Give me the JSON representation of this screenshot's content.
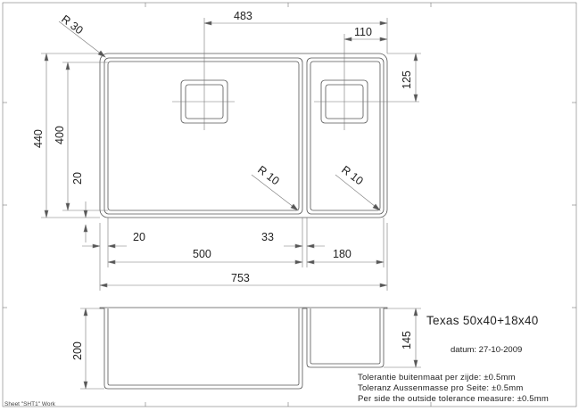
{
  "title": "Texas 50x40+18x40",
  "date_line": "datum: 27-10-2009",
  "tolerances": [
    "Tolerantie buitenmaat per zijde:  ±0.5mm",
    "Toleranz Aussenmasse pro Seite:  ±0.5mm",
    "Per side the outside tolerance measure:  ±0.5mm"
  ],
  "sheet_label": "Sheet \"SHT1\" Work",
  "dimensions": {
    "overall_top": "483",
    "drain_offset": "110",
    "drain_height": "125",
    "outer_height": "440",
    "inner_height": "400",
    "bottom_offset": "20",
    "radius_corner": "R 30",
    "radius_main": "R 10",
    "radius_small": "R 10",
    "left_margin": "20",
    "gap": "33",
    "bowl_main": "500",
    "bowl_small": "180",
    "overall_width": "753",
    "depth_main": "200",
    "depth_small": "145"
  }
}
